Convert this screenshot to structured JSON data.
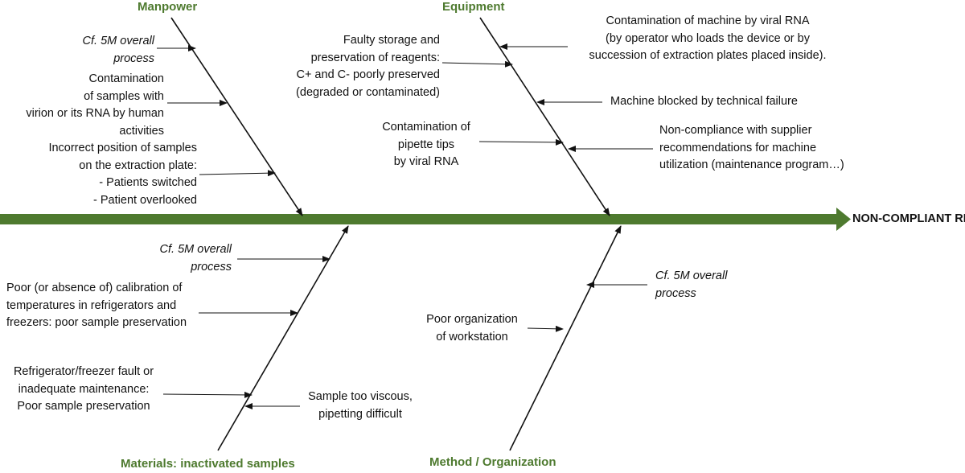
{
  "colors": {
    "spine": "#4e7a2f",
    "category": "#4e7a2f",
    "line": "#111111"
  },
  "result": {
    "line1": "NON-COMPLIANT",
    "line2": "RESULT"
  },
  "categories": {
    "manpower": {
      "title": "Manpower",
      "causes": [
        {
          "lines": [
            "Cf. 5M overall",
            "process"
          ]
        },
        {
          "lines": [
            "Contamination",
            "of samples with",
            "virion or its RNA by human",
            "activities"
          ]
        },
        {
          "lines": [
            "Incorrect position of samples",
            "on the extraction plate:",
            "- Patients switched",
            "- Patient overlooked"
          ]
        }
      ]
    },
    "equipment": {
      "title": "Equipment",
      "causes": [
        {
          "lines": [
            "Contamination of machine by viral RNA",
            "(by operator who loads the device or by",
            "succession of extraction plates placed inside)."
          ]
        },
        {
          "lines": [
            "Faulty storage and",
            "preservation of reagents:",
            "C+ and C- poorly preserved",
            "(degraded or contaminated)"
          ]
        },
        {
          "lines": [
            "Machine blocked by technical failure"
          ]
        },
        {
          "lines": [
            "Contamination of",
            "pipette tips",
            "by viral RNA"
          ]
        },
        {
          "lines": [
            "Non-compliance with supplier",
            "recommendations for machine",
            "utilization (maintenance program…)"
          ]
        }
      ]
    },
    "materials": {
      "title": "Materials: inactivated samples",
      "causes": [
        {
          "lines": [
            "Cf. 5M overall",
            "process"
          ]
        },
        {
          "lines": [
            "Poor (or absence of) calibration of",
            "temperatures in refrigerators and",
            "freezers: poor sample preservation"
          ]
        },
        {
          "lines": [
            "Refrigerator/freezer fault or",
            "inadequate maintenance:",
            "Poor sample preservation"
          ]
        },
        {
          "lines": [
            "Sample too viscous,",
            "pipetting difficult"
          ]
        }
      ]
    },
    "method": {
      "title": "Method / Organization",
      "causes": [
        {
          "lines": [
            "Cf. 5M overall",
            "process"
          ]
        },
        {
          "lines": [
            "Poor organization",
            "of workstation"
          ]
        }
      ]
    }
  }
}
